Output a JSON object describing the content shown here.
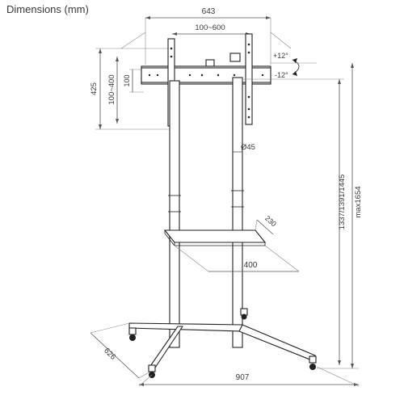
{
  "header": {
    "title": "Dimensions (mm)"
  },
  "dimensions": {
    "overall_width": "643",
    "vesa_width": "100~600",
    "bracket_height": "425",
    "vesa_height": "100~400",
    "vesa_min": "100",
    "tilt_up": "+12°",
    "tilt_down": "-12°",
    "pole_diameter": "Ø45",
    "shelf_depth": "230",
    "shelf_width": "400",
    "base_depth": "626",
    "base_width": "907",
    "heights": "1337/1391/1445",
    "max_height": "max1654"
  }
}
